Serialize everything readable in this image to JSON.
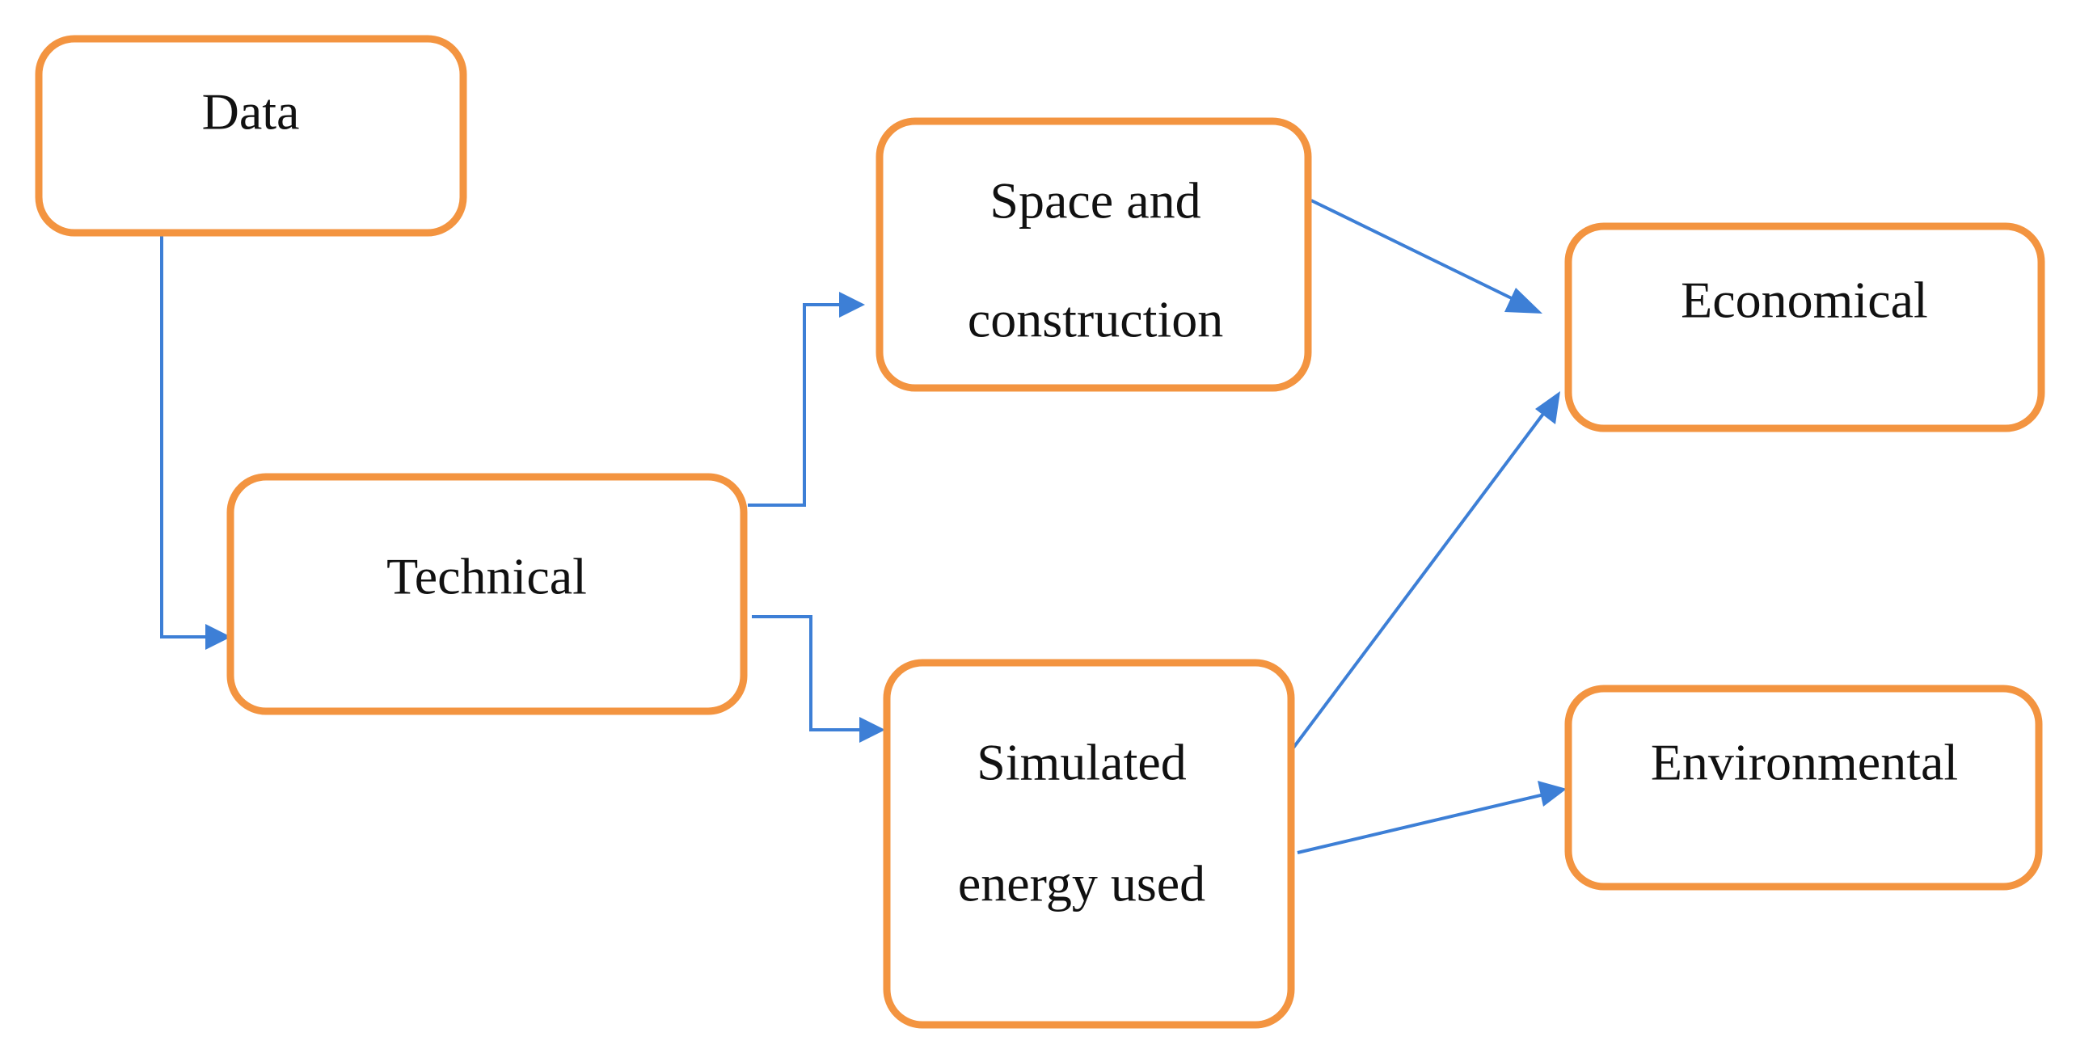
{
  "nodes": {
    "data": {
      "lines": [
        "Data"
      ]
    },
    "technical": {
      "lines": [
        "Technical"
      ]
    },
    "space": {
      "lines": [
        "Space and",
        "construction"
      ]
    },
    "simulated": {
      "lines": [
        "Simulated",
        "energy used"
      ]
    },
    "economical": {
      "lines": [
        "Economical"
      ]
    },
    "environmental": {
      "lines": [
        "Environmental"
      ]
    }
  },
  "edges": [
    {
      "from": "Data",
      "to": "Technical"
    },
    {
      "from": "Technical",
      "to": "Space and construction"
    },
    {
      "from": "Technical",
      "to": "Simulated energy used"
    },
    {
      "from": "Space and construction",
      "to": "Economical"
    },
    {
      "from": "Simulated energy used",
      "to": "Economical"
    },
    {
      "from": "Simulated energy used",
      "to": "Environmental"
    }
  ],
  "colors": {
    "box_border": "#f39440",
    "arrow": "#3d7fd6",
    "text": "#111111"
  }
}
